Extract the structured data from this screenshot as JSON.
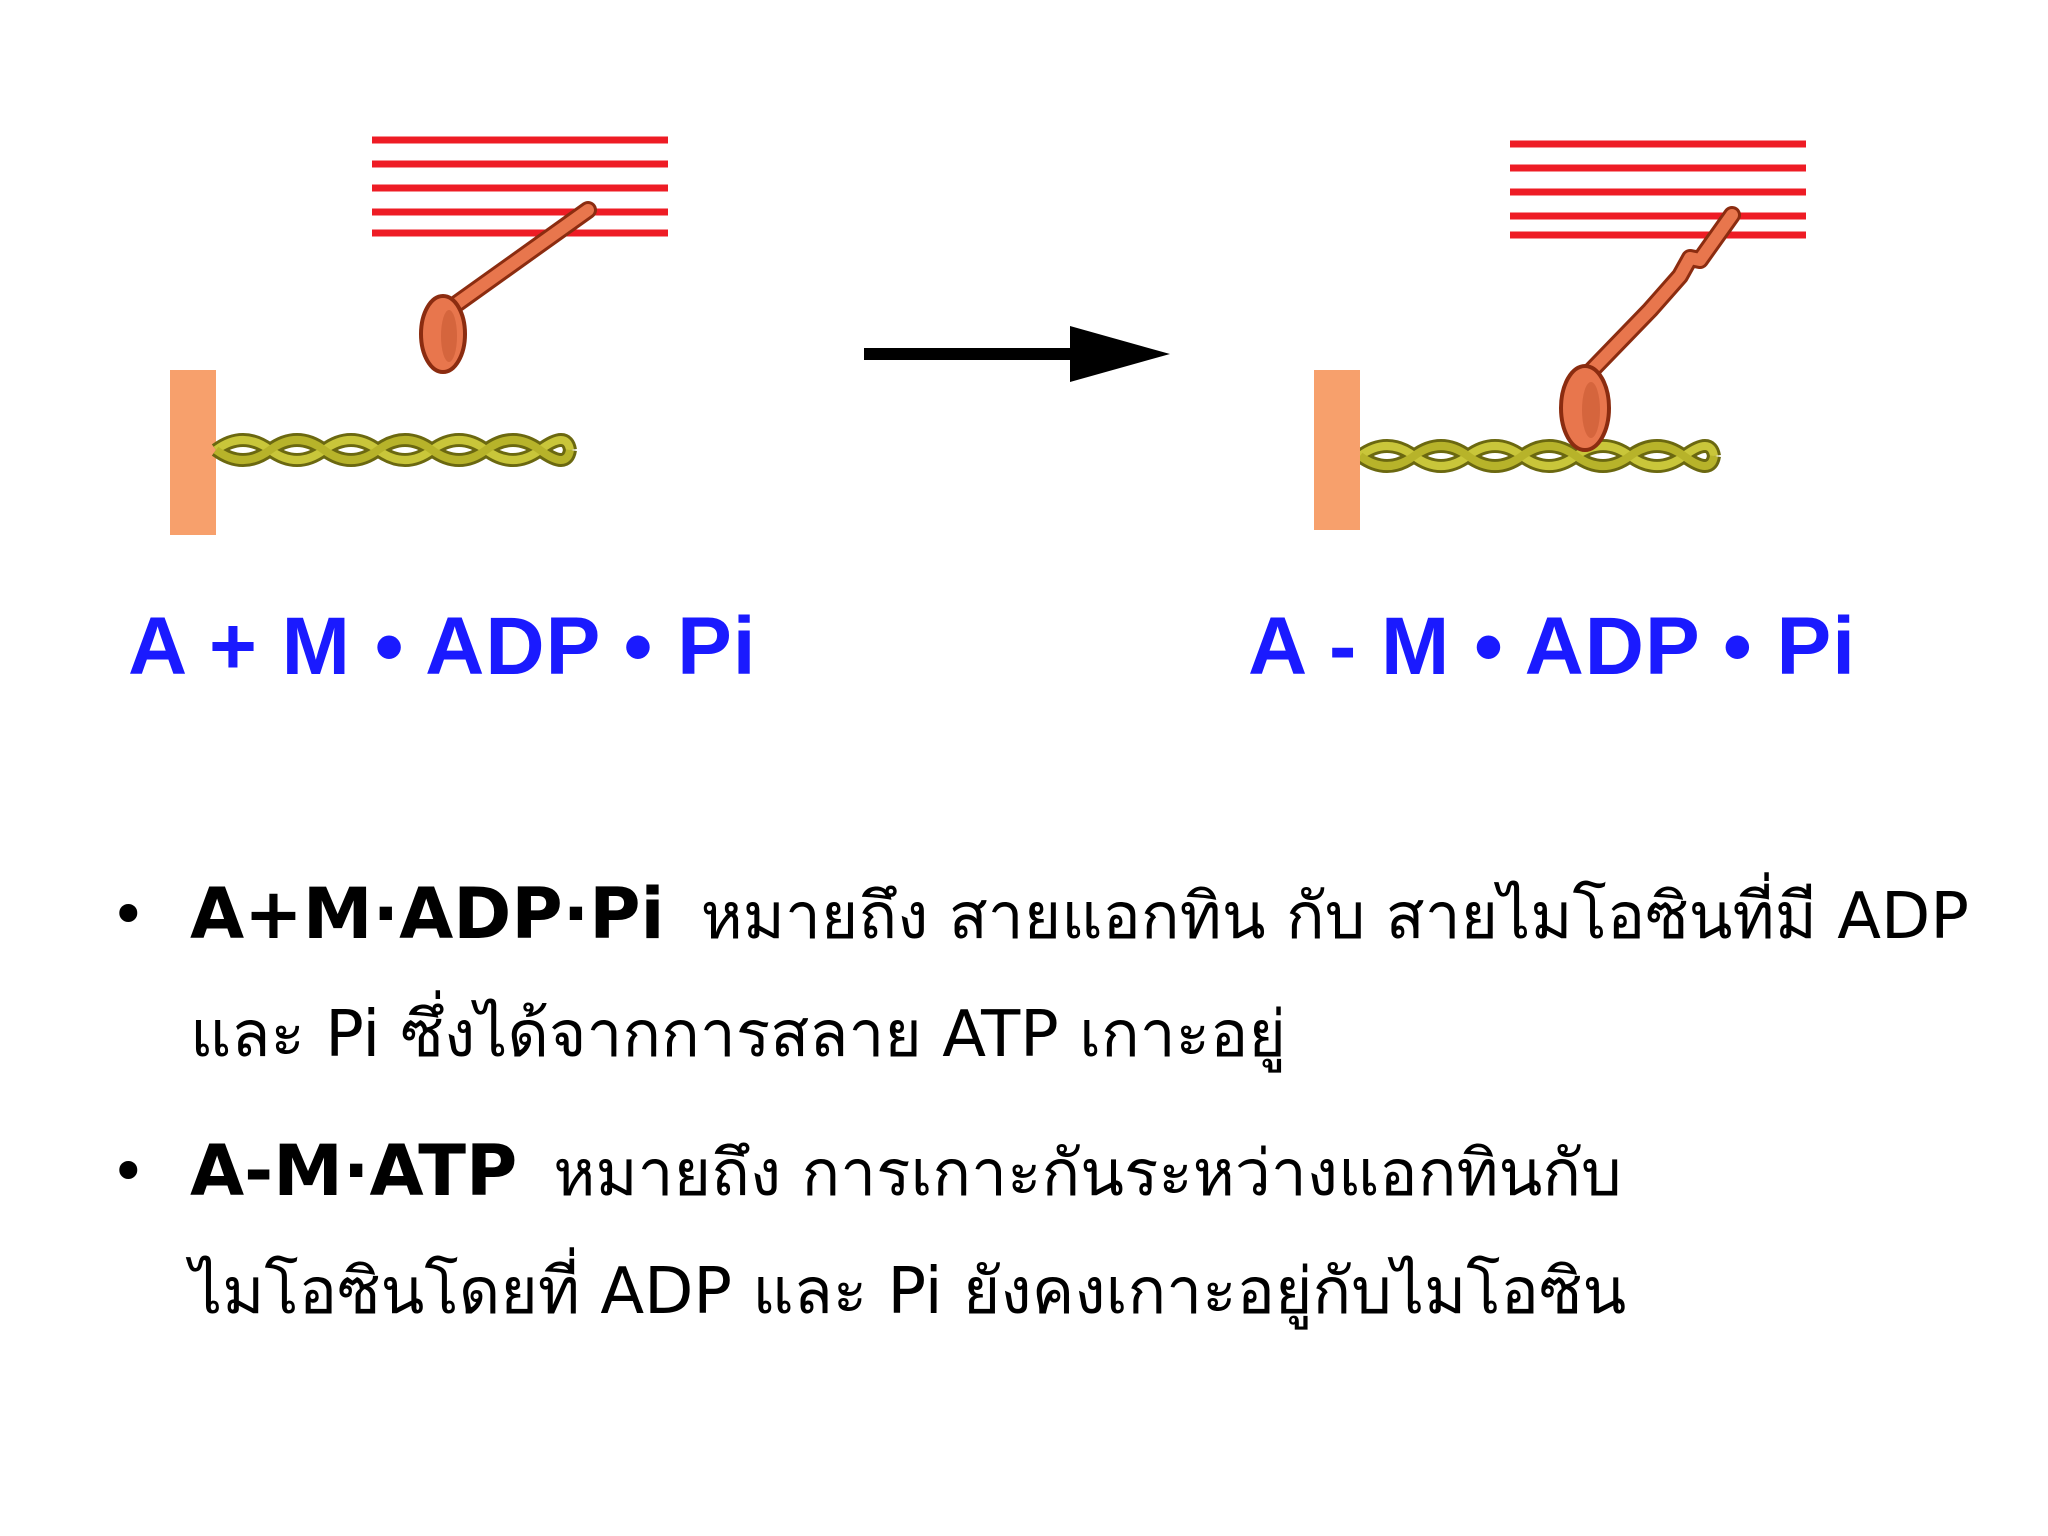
{
  "diagram": {
    "left_equation": "A + M • ADP • Pi",
    "right_equation": "A - M • ADP • Pi",
    "colors": {
      "thick_filament": "#ee1c25",
      "myosin_head": "#e8764d",
      "z_line": "#f7a06c",
      "actin": "#b7b32a",
      "arrow": "#000000",
      "equation_text": "#1a1aff"
    }
  },
  "bullets": [
    {
      "term": "A+M·ADP·Pi",
      "line1": "หมายถึง สายแอกทิน กับ สายไมโอซินที่มี ADP",
      "line2": "และ Pi ซึ่งได้จากการสลาย ATP เกาะอยู่"
    },
    {
      "term": "A-M·ATP",
      "line1": "หมายถึง การเกาะกันระหว่างแอกทินกับ",
      "line2": "ไมโอซินโดยที่ ADP และ Pi ยังคงเกาะอยู่กับไมโอซิน"
    }
  ]
}
